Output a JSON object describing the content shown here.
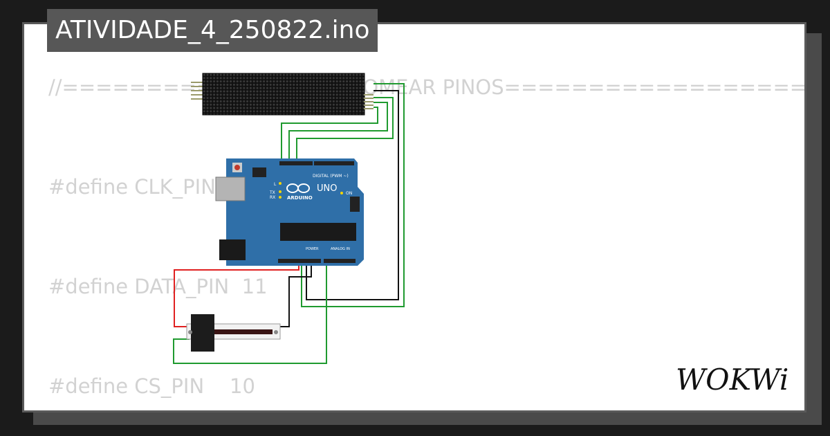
{
  "project": {
    "filename": "ATIVIDADE_4_250822.ino"
  },
  "code_lines": [
    "//=================NOMEAR PINOS======================",
    "#define CLK_PIN   13",
    "#define DATA_PIN  11",
    "#define CS_PIN    10"
  ],
  "arduino": {
    "model_label": "UNO",
    "brand_label": "ARDUINO",
    "digital_header_label": "DIGITAL (PWM ~)",
    "power_header_label": "POWER",
    "analog_header_label": "ANALOG IN",
    "on_label": "ON",
    "tx_label": "TX",
    "rx_label": "RX",
    "l_label": "L"
  },
  "brand": {
    "logo_text": "WOKWi"
  },
  "colors": {
    "board_blue": "#2f6fa8",
    "wire_green": "#1f9a2f",
    "wire_red": "#e02020",
    "wire_black": "#111111",
    "matrix_dark": "#1a1a1a"
  }
}
